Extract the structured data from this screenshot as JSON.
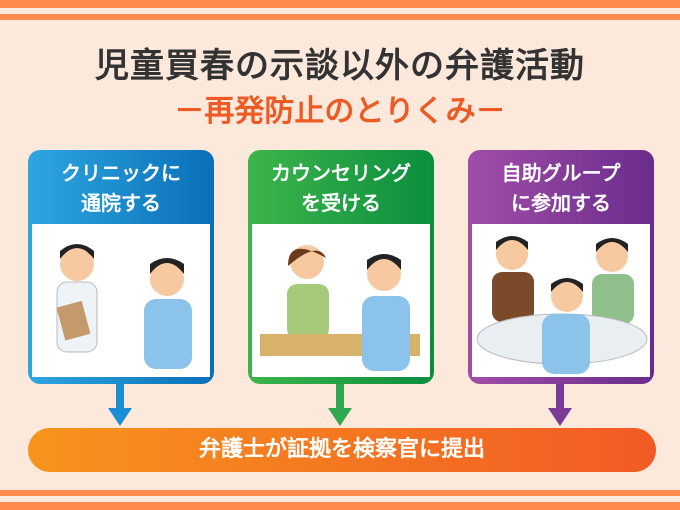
{
  "title": "児童買春の示談以外の弁護活動",
  "subtitle": "－再発防止のとりくみ－",
  "cards": [
    {
      "line1": "クリニックに",
      "line2": "通院する",
      "color": "#1b8fd6"
    },
    {
      "line1": "カウンセリング",
      "line2": "を受ける",
      "color": "#2fa84f"
    },
    {
      "line1": "自助グループ",
      "line2": "に参加する",
      "color": "#7b3a98"
    }
  ],
  "result": "弁護士が証拠を検察官に提出"
}
